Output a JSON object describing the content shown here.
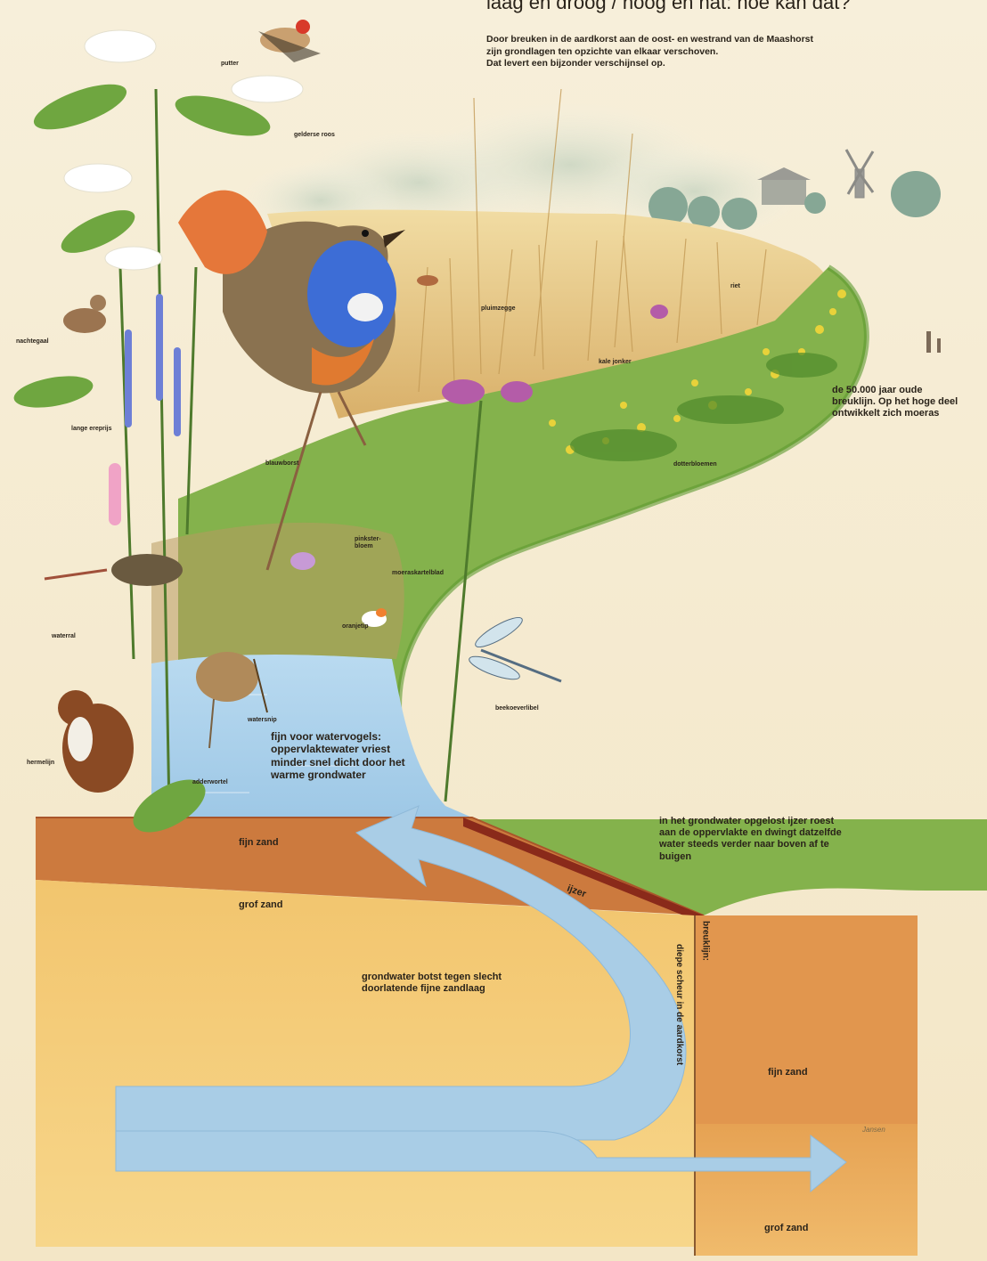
{
  "header": {
    "title": "laag en droog / hoog en nat: hoe kan dat?",
    "intro_lines": [
      "Door breuken in de aardkorst aan de oost- en westrand van de Maashorst",
      "zijn grondlagen ten opzichte van elkaar verschoven.",
      "Dat levert een bijzonder verschijnsel op."
    ]
  },
  "species": {
    "putter": "putter",
    "gelderse_roos": "gelderse roos",
    "nachtegaal": "nachtegaal",
    "lange_ereprijs": "lange ereprijs",
    "blauwborst": "blauwborst",
    "pluimzegge": "pluimzegge",
    "riet": "riet",
    "kale_jonker": "kale jonker",
    "dotterbloemen": "dotterbloemen",
    "waterral": "waterral",
    "moeraskartelblad": "moeraskartelblad",
    "pinksterbloem": "pinkster-\nbloem",
    "oranjetip": "oranjetip",
    "watersnip": "watersnip",
    "beekoeverlibel": "beekoeverlibel",
    "hermelijn": "hermelijn",
    "adderwortel": "adderwortel"
  },
  "annotations": {
    "breuklijn_oud": "de 50.000 jaar oude breuklijn. Op het hoge deel ontwikkelt zich moeras",
    "watervogels": "fijn voor watervogels: oppervlaktewater vriest minder snel dicht door het warme grondwater",
    "ijzer_roest": "in het grondwater opgelost ijzer roest aan de oppervlakte en dwingt datzelfde water steeds verder naar boven af te buigen",
    "ijzer": "ijzer",
    "grondwater_botst": "grondwater botst tegen slecht doorlatende fijne zandlaag",
    "diepe_scheur": "diepe scheur in de aardkorst",
    "breuklijn": "breuklijn:"
  },
  "layers": {
    "fijn_zand_left": "fijn zand",
    "grof_zand_left": "grof zand",
    "fijn_zand_right": "fijn zand",
    "grof_zand_right": "grof zand"
  },
  "signature": "Jansen",
  "colors": {
    "background": "#f6ecd4",
    "water": "#a9cfe6",
    "grass": "#7fb24a",
    "fine_sand": "#c8743a",
    "coarse_sand": "#f0c068",
    "iron": "#8a2a1a"
  }
}
